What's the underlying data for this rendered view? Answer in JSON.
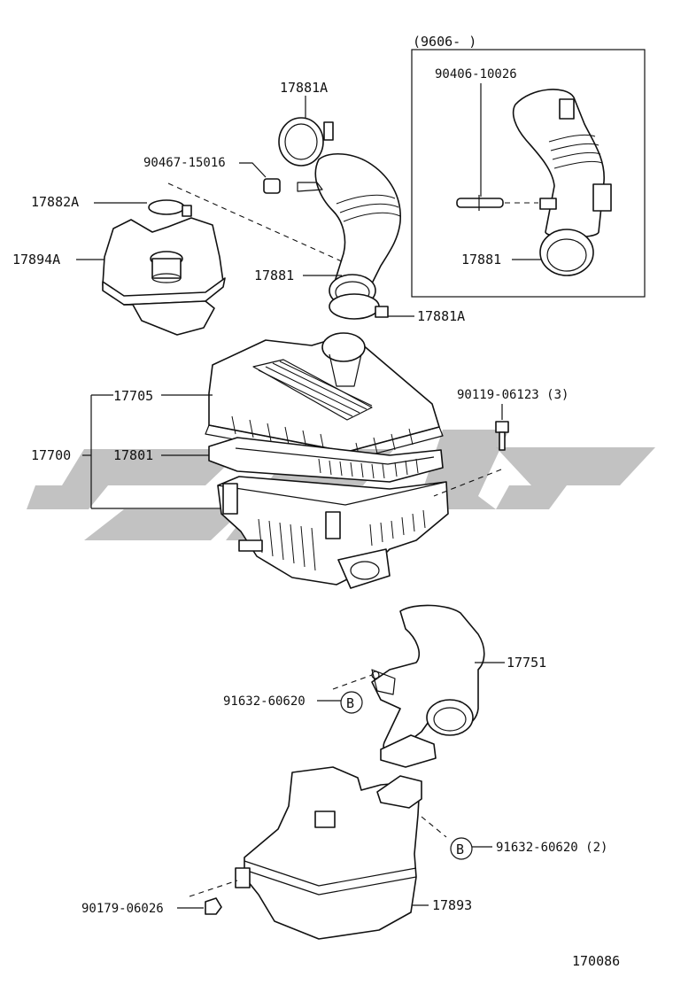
{
  "inset": {
    "date_range": "(9606-      )",
    "part_numbers": {
      "clamp": "90406-10026",
      "hose": "17881"
    }
  },
  "labels": {
    "p17881A_top": "17881A",
    "p90467_15016": "90467-15016",
    "p17882A": "17882A",
    "p17894A": "17894A",
    "p17881": "17881",
    "p17881A_bottom": "17881A",
    "p17705": "17705",
    "p17700": "17700",
    "p17801": "17801",
    "p90119_06123": "90119-06123 (3)",
    "p17751": "17751",
    "p91632_60620_a": "91632-60620",
    "p91632_60620_b": "91632-60620 (2)",
    "p90179_06026": "90179-06026",
    "p17893": "17893",
    "ref_b_1": "B",
    "ref_b_2": "B"
  },
  "footer": {
    "diagram_id": "170086"
  },
  "watermark": {
    "color": "#b4b4b4"
  }
}
